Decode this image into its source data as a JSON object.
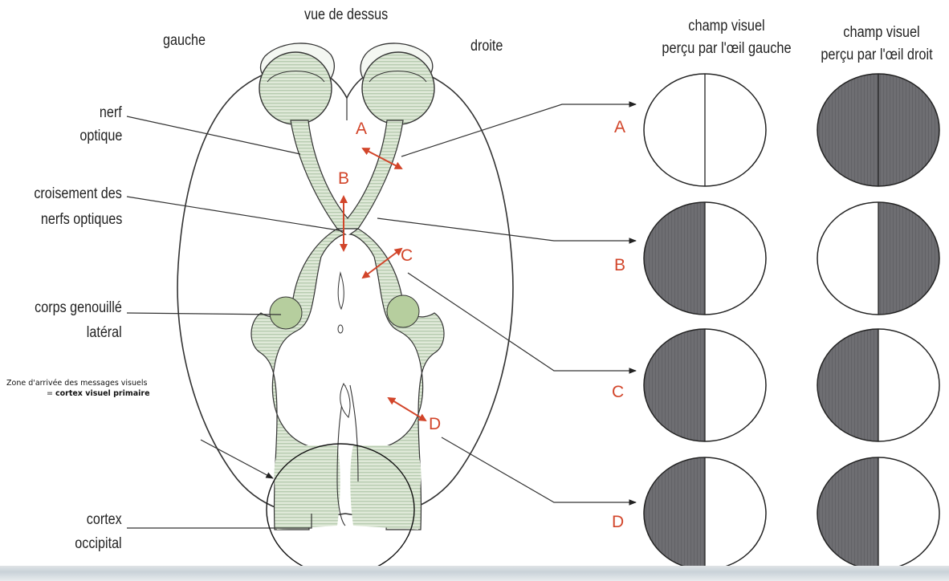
{
  "title": "vue de dessus",
  "sides": {
    "left": "gauche",
    "right": "droite"
  },
  "labels": {
    "nerf_line1": "nerf",
    "nerf_line2": "optique",
    "crois_line1": "croisement des",
    "crois_line2": "nerfs optiques",
    "corps_line1": "corps genouillé",
    "corps_line2": "latéral",
    "cortex_line1": "cortex",
    "cortex_line2": "occipital",
    "zone_line1": "Zone d'arrivée des messages visuels",
    "zone_line2_prefix": "= ",
    "zone_line2_bold": "cortex visuel primaire"
  },
  "columns": {
    "left_eye": {
      "line1": "champ visuel",
      "line2": "perçu par l'œil gauche"
    },
    "right_eye": {
      "line1": "champ visuel",
      "line2": "perçu par l'œil droit"
    }
  },
  "lesions": [
    {
      "id": "A",
      "left_eye": "none",
      "right_eye": "full"
    },
    {
      "id": "B",
      "left_eye": "left-half",
      "right_eye": "right-half"
    },
    {
      "id": "C",
      "left_eye": "left-half",
      "right_eye": "left-half"
    },
    {
      "id": "D",
      "left_eye": "left-half",
      "right_eye": "left-half"
    }
  ],
  "colors": {
    "lesion_red": "#d2452a",
    "pathway_green": "#c9dcc0",
    "field_gray": "#6e6e72",
    "line": "#333333"
  }
}
